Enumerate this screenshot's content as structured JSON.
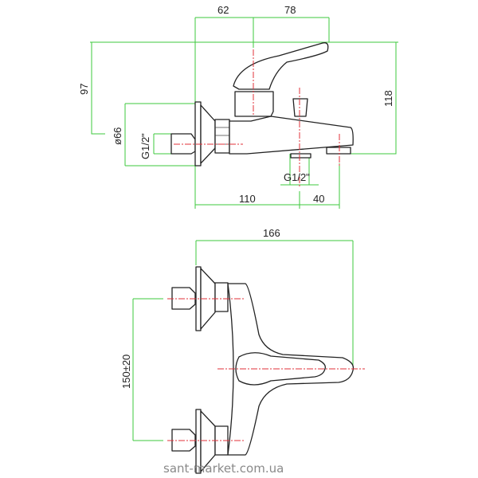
{
  "side_view": {
    "dim_left_upper": "62",
    "dim_right_upper": "78",
    "dim_height_left": "97",
    "dim_height_right": "118",
    "dim_plate_diameter": "ø66",
    "thread_inlet": "G1/2\"",
    "thread_outlet": "G1/2\"",
    "dim_bottom_left": "110",
    "dim_bottom_right": "40"
  },
  "top_view": {
    "dim_width": "166",
    "dim_center_distance": "150±20"
  },
  "watermark": "sant-market.com.ua",
  "colors": {
    "dimension": "#3ec83e",
    "centerline": "#e0303a",
    "outline": "#222222"
  }
}
